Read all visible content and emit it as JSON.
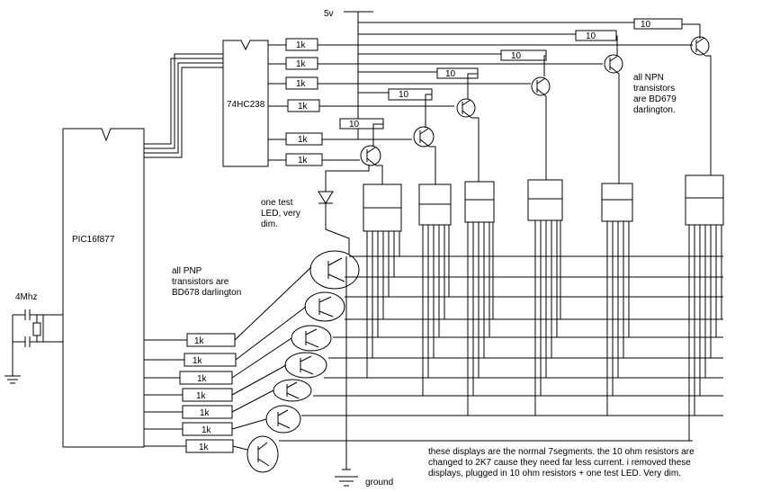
{
  "labels": {
    "supply": "5v",
    "decoder": "74HC238",
    "mcu": "PIC16f877",
    "crystal": "4Mhz",
    "ground": "ground"
  },
  "notes": {
    "npn": [
      "all NPN",
      "transistors",
      "are BD679",
      "darlington."
    ],
    "pnp": [
      "all PNP",
      "transistors are",
      "BD678 darlington"
    ],
    "led": [
      "one test",
      "LED, very",
      "dim."
    ],
    "bottom": [
      "these displays are the normal 7segments.  the 10 ohm resistors are",
      "changed to 2K7 cause they need far less current. i removed  these",
      "displays, plugged in 10 ohm resistors + one test LED.   Very dim."
    ]
  },
  "decoder_resistors": [
    "1k",
    "1k",
    "1k",
    "1k",
    "1k",
    "1k"
  ],
  "segment_resistors": [
    "1k",
    "1k",
    "1k",
    "1k",
    "1k",
    "1k",
    "1k"
  ],
  "collector_resistors": [
    "10",
    "10",
    "10",
    "10",
    "10",
    "10"
  ]
}
